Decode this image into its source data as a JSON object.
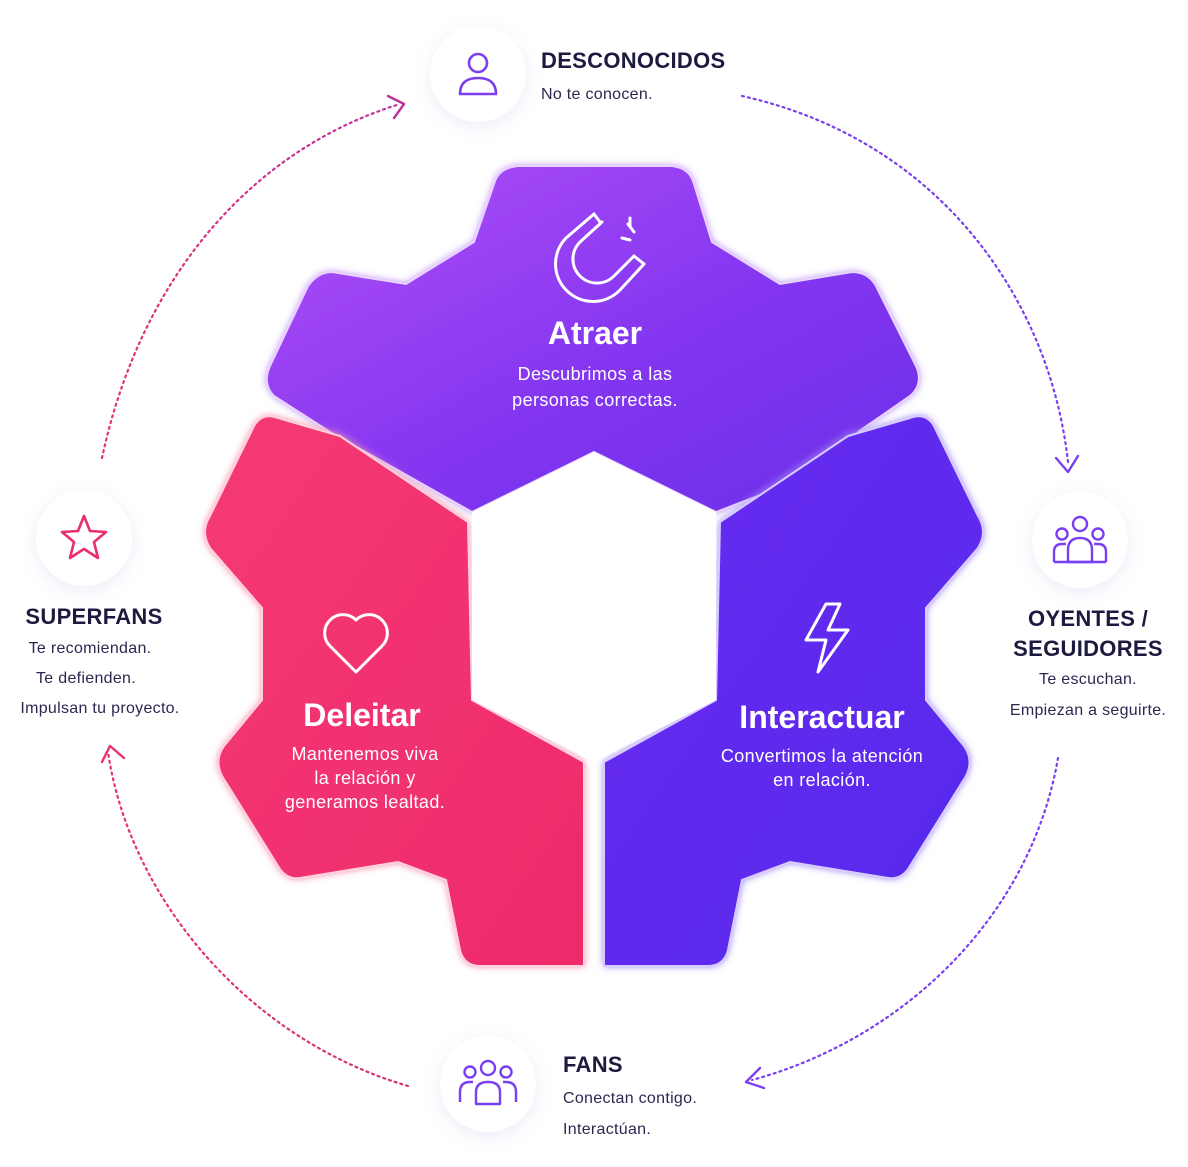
{
  "colors": {
    "purple_top": "#a94cf5",
    "purple_bottom": "#6b2ae8",
    "pink": "#f4306f",
    "indigo": "#5b2bef",
    "icon_purple": "#7b3ff0",
    "icon_pink": "#ea2d6c",
    "cycle_pink": "#e8336a",
    "cycle_purple": "#7b3ff0"
  },
  "stages": {
    "strangers": {
      "title": "DESCONOCIDOS",
      "lines": [
        "No te conocen."
      ],
      "icon": "user-icon"
    },
    "listeners": {
      "title_lines": [
        "OYENTES /",
        "SEGUIDORES"
      ],
      "lines": [
        "Te escuchan.",
        "Empiezan a seguirte."
      ],
      "icon": "people-group-icon"
    },
    "fans": {
      "title": "FANS",
      "lines": [
        "Conectan contigo.",
        "Interactúan."
      ],
      "icon": "people-group-icon"
    },
    "superfans": {
      "title": "SUPERFANS",
      "lines": [
        "Te recomiendan.",
        "Te defienden.",
        "Impulsan tu proyecto."
      ],
      "icon": "star-icon"
    }
  },
  "gear": {
    "attract": {
      "title": "Atraer",
      "lines": [
        "Descubrimos a las",
        "personas correctas."
      ],
      "icon": "magnet-icon"
    },
    "engage": {
      "title": "Interactuar",
      "lines": [
        "Convertimos la atención",
        "en relación."
      ],
      "icon": "lightning-icon"
    },
    "delight": {
      "title": "Deleitar",
      "lines": [
        "Mantenemos viva",
        "la relación y",
        "generamos lealtad."
      ],
      "icon": "heart-icon"
    }
  }
}
